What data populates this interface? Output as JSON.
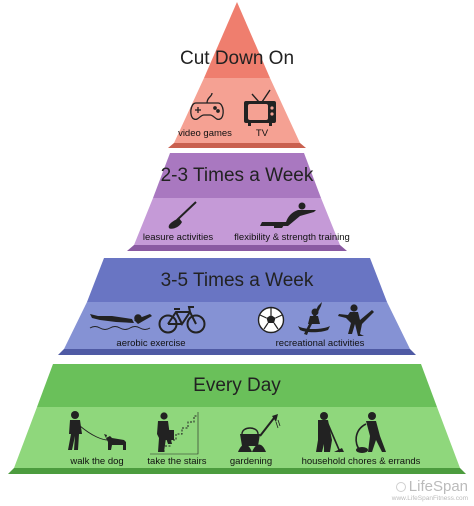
{
  "tiers": [
    {
      "title": "Cut Down On",
      "colors": {
        "top": "#ef7e6e",
        "bottom": "#f5a193",
        "shade": "#c9604f"
      },
      "activities": [
        {
          "label": "video games",
          "icon": "gamepad-icon"
        },
        {
          "label": "TV",
          "icon": "television-icon"
        }
      ]
    },
    {
      "title": "2-3 Times a Week",
      "colors": {
        "top": "#a978c0",
        "bottom": "#c59ad7",
        "shade": "#8a5aa2"
      },
      "activities": [
        {
          "label": "leasure activities",
          "icon": "golf-club-icon"
        },
        {
          "label": "flexibility & strength training",
          "icon": "stretching-person-icon"
        }
      ]
    },
    {
      "title": "3-5 Times a Week",
      "colors": {
        "top": "#6975c3",
        "bottom": "#8592d4",
        "shade": "#4f5aa4"
      },
      "activities": [
        {
          "label": "aerobic exercise",
          "icon": "swimmer-icon"
        },
        {
          "label": "aerobic exercise",
          "icon": "bicycle-icon"
        },
        {
          "label": "recreational activities",
          "icon": "soccer-ball-icon"
        },
        {
          "label": "recreational activities",
          "icon": "kayaker-icon"
        },
        {
          "label": "recreational activities",
          "icon": "martial-arts-kick-icon"
        }
      ],
      "labels": [
        "aerobic exercise",
        "recreational activities"
      ]
    },
    {
      "title": "Every Day",
      "colors": {
        "top": "#6ac05a",
        "bottom": "#8fd77c",
        "shade": "#4c9c3e"
      },
      "activities": [
        {
          "label": "walk the dog",
          "icon": "dog-walker-icon"
        },
        {
          "label": "take the stairs",
          "icon": "stair-climber-icon"
        },
        {
          "label": "gardening",
          "icon": "watering-can-icon"
        },
        {
          "label": "household chores & errands",
          "icon": "housework-person-icon"
        }
      ]
    }
  ],
  "watermark": {
    "brand": "LifeSpan",
    "url": "www.LifeSpanFitness.com"
  }
}
